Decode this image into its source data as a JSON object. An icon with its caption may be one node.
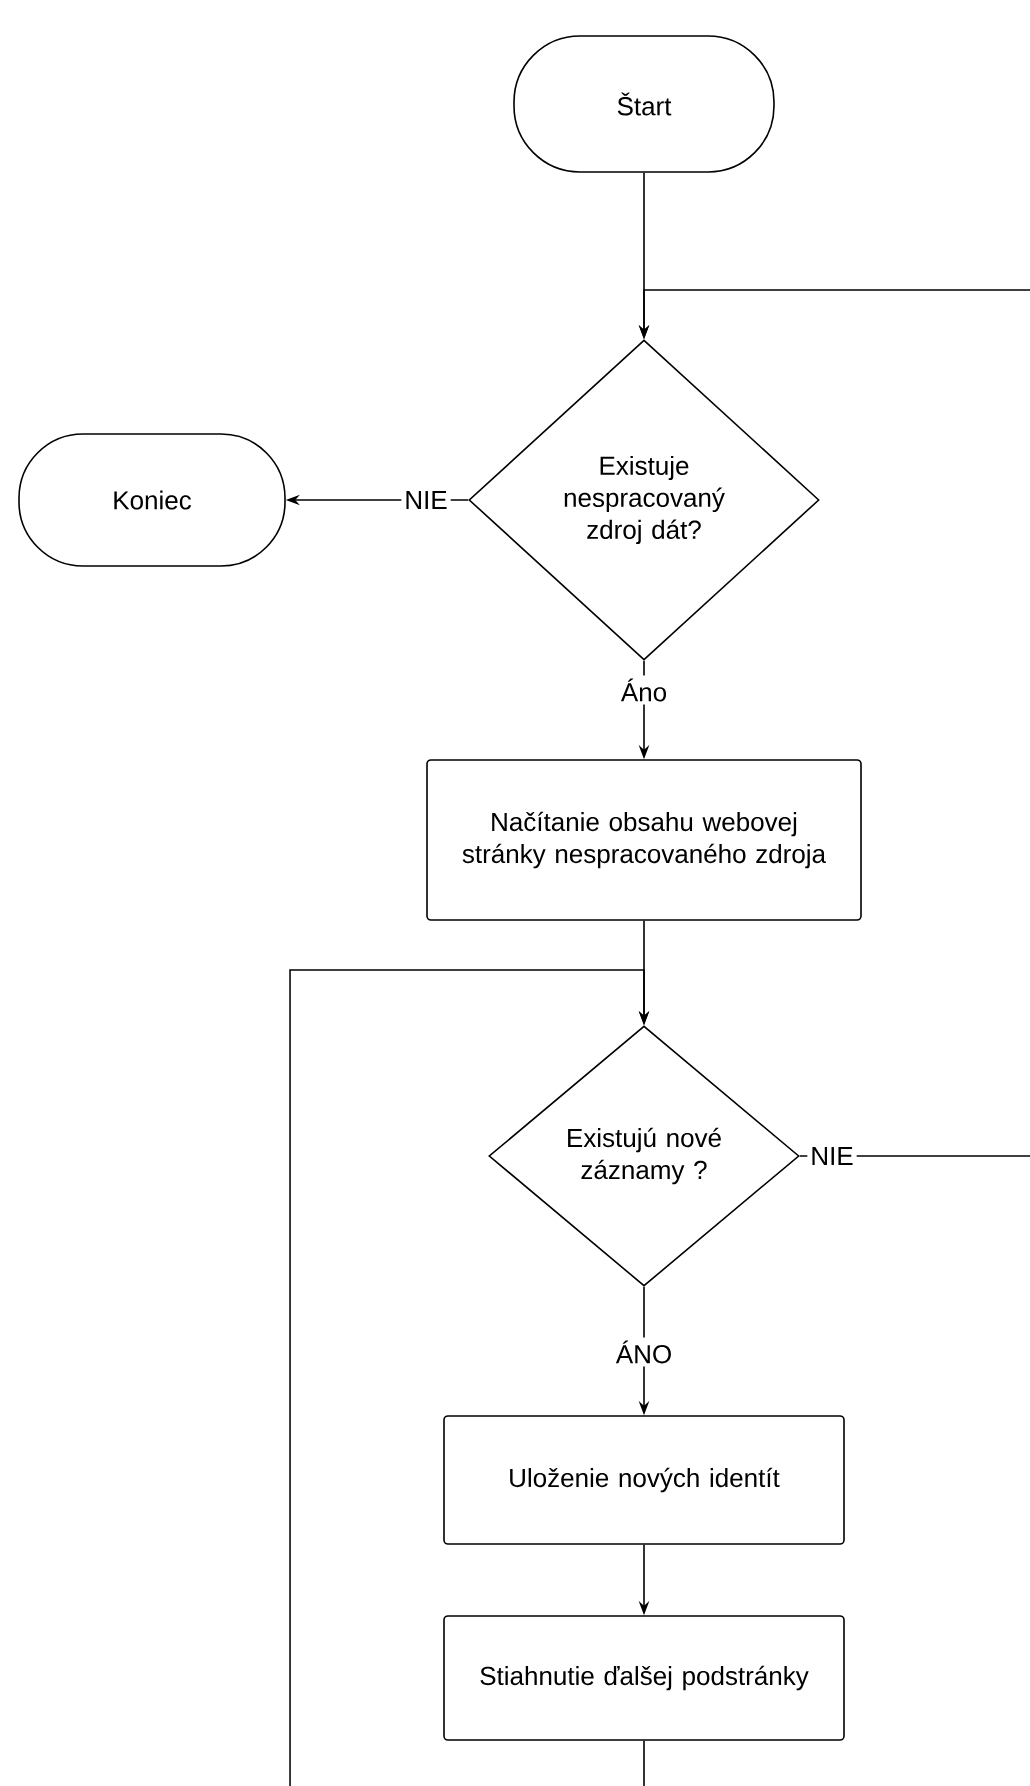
{
  "diagram": {
    "nodes": [
      {
        "text": [
          "Štart"
        ]
      },
      {
        "text": [
          "Existuje nespracovaný zdroj dát?"
        ]
      },
      {
        "text": [
          "Koniec"
        ]
      },
      {
        "text": [
          "Načítanie obsahu webovej stránky nespracovaného zdroja"
        ]
      },
      {
        "text": [
          "Existujú nové záznamy ?"
        ]
      },
      {
        "text": [
          "Uloženie nových identít"
        ]
      },
      {
        "text": [
          "Stiahnutie ďalšej podstránky"
        ]
      }
    ],
    "edges": [
      {
        "from": 0,
        "to": 1,
        "arrow": "to"
      },
      {
        "from": null,
        "to": 1,
        "arrow": "to"
      },
      {
        "from": 1,
        "to": 2,
        "arrow": "to",
        "label": "NIE"
      },
      {
        "from": 1,
        "to": 3,
        "arrow": "to",
        "label": "Áno"
      },
      {
        "from": 3,
        "to": 4,
        "arrow": "to"
      },
      {
        "from": null,
        "to": 4,
        "arrow": "to"
      },
      {
        "from": 4,
        "to": null,
        "arrow": "none",
        "label": "NIE"
      },
      {
        "from": 4,
        "to": 5,
        "arrow": "to",
        "label": "ÁNO"
      },
      {
        "from": 5,
        "to": 6,
        "arrow": "to"
      },
      {
        "from": 6,
        "to": null,
        "arrow": "none"
      }
    ]
  }
}
